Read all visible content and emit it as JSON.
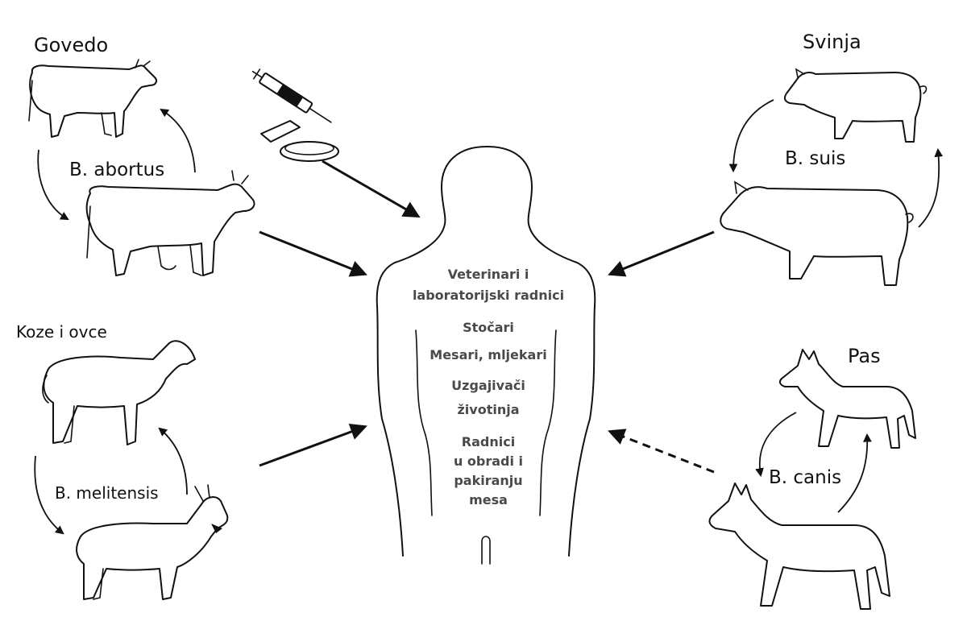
{
  "animals": {
    "cattle": {
      "title": "Govedo",
      "species": "B. abortus"
    },
    "pig": {
      "title": "Svinja",
      "species": "B. suis"
    },
    "goat_sheep": {
      "title": "Koze i ovce",
      "species": "B. melitensis"
    },
    "dog": {
      "title": "Pas",
      "species": "B. canis"
    }
  },
  "human": {
    "groups": [
      "Veterinari i",
      "laboratorijski radnici",
      "Stočari",
      "Mesari, mljekari",
      "Uzgajivači",
      "životinja",
      "Radnici",
      "u obradi i",
      "pakiranju",
      "mesa"
    ]
  }
}
